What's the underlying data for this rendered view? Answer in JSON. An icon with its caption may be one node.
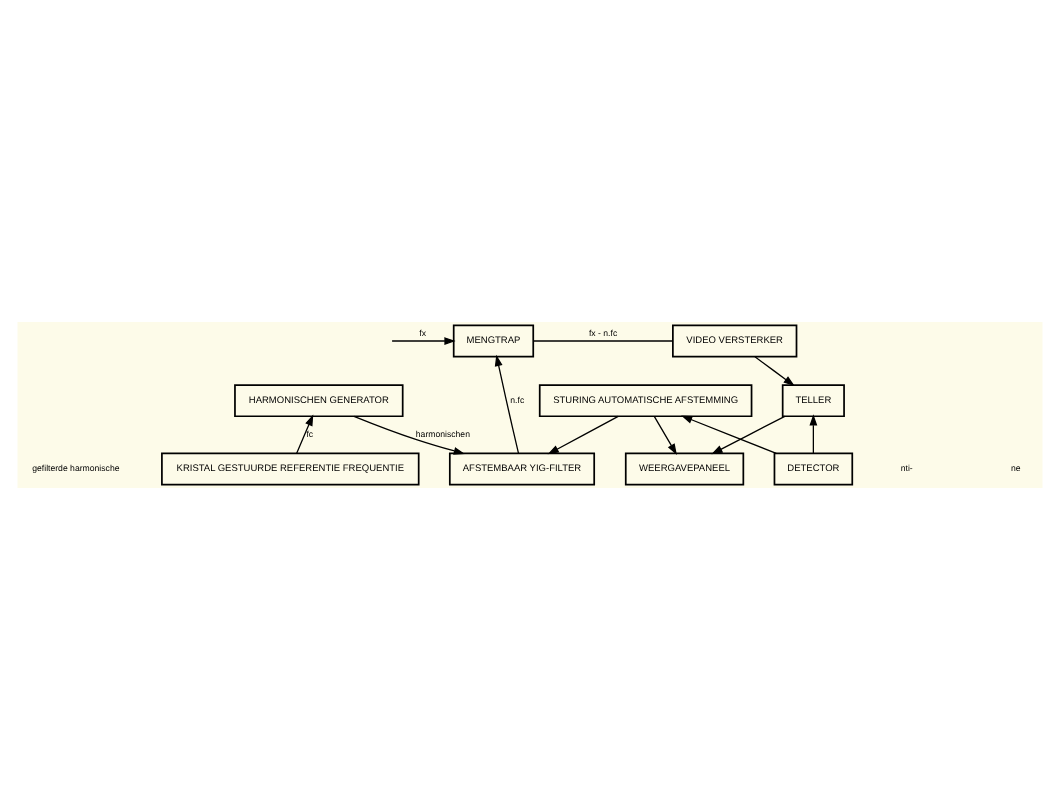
{
  "diagram": {
    "nodes": [
      {
        "text": [
          "MENGTRAP"
        ]
      },
      {
        "text": [
          "VIDEO VERSTERKER"
        ]
      },
      {
        "text": [
          "AFSTEMBAAR YIG-FILTER"
        ]
      },
      {
        "text": [
          "DETECTOR"
        ]
      },
      {
        "text": [
          "HARMONISCHEN GENERATOR"
        ]
      },
      {
        "text": [
          "STURING AUTOMATISCHE AFSTEMMING"
        ]
      },
      {
        "text": [
          "TELLER"
        ]
      },
      {
        "text": [
          "KRISTAL GESTUURDE REFERENTIE FREQUENTIE"
        ]
      },
      {
        "text": [
          "WEERGAVEPANEEL"
        ]
      }
    ],
    "edges": [
      {
        "from": null,
        "to": 0,
        "arrow": "to",
        "label": "fx"
      },
      {
        "from": 0,
        "to": 1,
        "arrow": "none",
        "label": "fx - n.fc"
      },
      {
        "from": 1,
        "to": 6,
        "arrow": "to"
      },
      {
        "from": 3,
        "to": 6,
        "arrow": "to"
      },
      {
        "from": 3,
        "to": 5,
        "arrow": "to"
      },
      {
        "from": 5,
        "to": 2,
        "arrow": "to"
      },
      {
        "from": 2,
        "to": 0,
        "arrow": "to",
        "label": "n.fc"
      },
      {
        "from": 4,
        "to": 2,
        "arrow": "to",
        "label": "harmonischen"
      },
      {
        "from": 7,
        "to": 4,
        "arrow": "to",
        "label": "fc"
      },
      {
        "from": 5,
        "to": 8,
        "arrow": "to"
      },
      {
        "from": 6,
        "to": 8,
        "arrow": "to"
      }
    ],
    "labels": [
      "gefilterde harmonische",
      "nti-",
      "ne"
    ]
  }
}
